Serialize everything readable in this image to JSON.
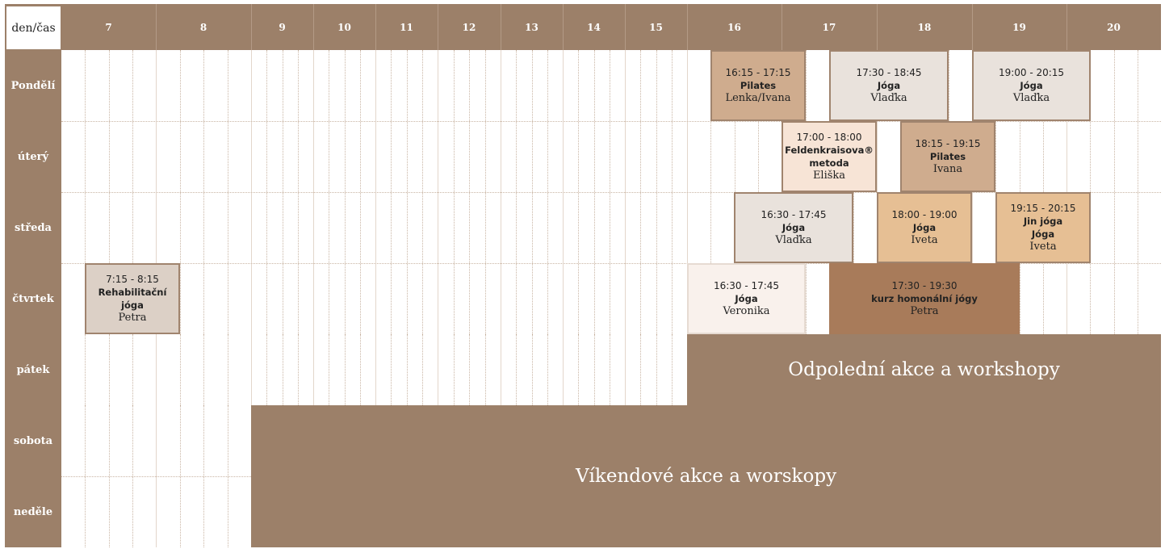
{
  "header": {
    "corner_label": "den/čas",
    "hours": [
      "7",
      "8",
      "9",
      "10",
      "11",
      "12",
      "13",
      "14",
      "15",
      "16",
      "17",
      "18",
      "19",
      "20"
    ]
  },
  "days": [
    "Pondělí",
    "úterý",
    "středa",
    "čtvrtek",
    "pátek",
    "sobota",
    "neděle"
  ],
  "lessons": {
    "mon_pilates": {
      "time": "16:15 - 17:15",
      "name": "Pilates",
      "instructor": "Lenka/Ivana",
      "color": "#cfac8e"
    },
    "mon_joga1": {
      "time": "17:30 - 18:45",
      "name": "Jóga",
      "instructor": "Vlaďka",
      "color": "#e9e2dc"
    },
    "mon_joga2": {
      "time": "19:00 - 20:15",
      "name": "Jóga",
      "instructor": "Vlaďka",
      "color": "#e9e2dc"
    },
    "tue_feld": {
      "time": "17:00 - 18:00",
      "name1": "Feldenkraisova®",
      "name2": "metoda",
      "instructor": "Eliška",
      "color": "#f7e4d6"
    },
    "tue_pilates": {
      "time": "18:15 - 19:15",
      "name": "Pilates",
      "instructor": "Ivana",
      "color": "#cfac8e"
    },
    "wed_joga1": {
      "time": "16:30 - 17:45",
      "name": "Jóga",
      "instructor": "Vlaďka",
      "color": "#e9e2dc"
    },
    "wed_joga2": {
      "time": "18:00 - 19:00",
      "name": "Jóga",
      "instructor": "Iveta",
      "color": "#e6bf94"
    },
    "wed_jin": {
      "time": "19:15 - 20:15",
      "name1": "Jin jóga",
      "name2": "Jóga",
      "instructor": "Iveta",
      "color": "#e6bf94"
    },
    "thu_rehab": {
      "time": "7:15 - 8:15",
      "name": "Rehabilitační jóga",
      "instructor": "Petra",
      "color": "#dcd0c6"
    },
    "thu_joga": {
      "time": "16:30 - 17:45",
      "name": "Jóga",
      "instructor": "Veronika",
      "color": "#f9f1ec"
    },
    "thu_kurz": {
      "time": "17:30 - 19:30",
      "name": "kurz homonální jógy",
      "instructor": "Petra",
      "color": "#a87b5a"
    }
  },
  "banners": {
    "friday": "Odpolední akce a workshopy",
    "weekend": "Víkendové akce a worskopy"
  },
  "colors": {
    "grid_brown": "#9c8069",
    "cell_white": "#ffffff"
  }
}
